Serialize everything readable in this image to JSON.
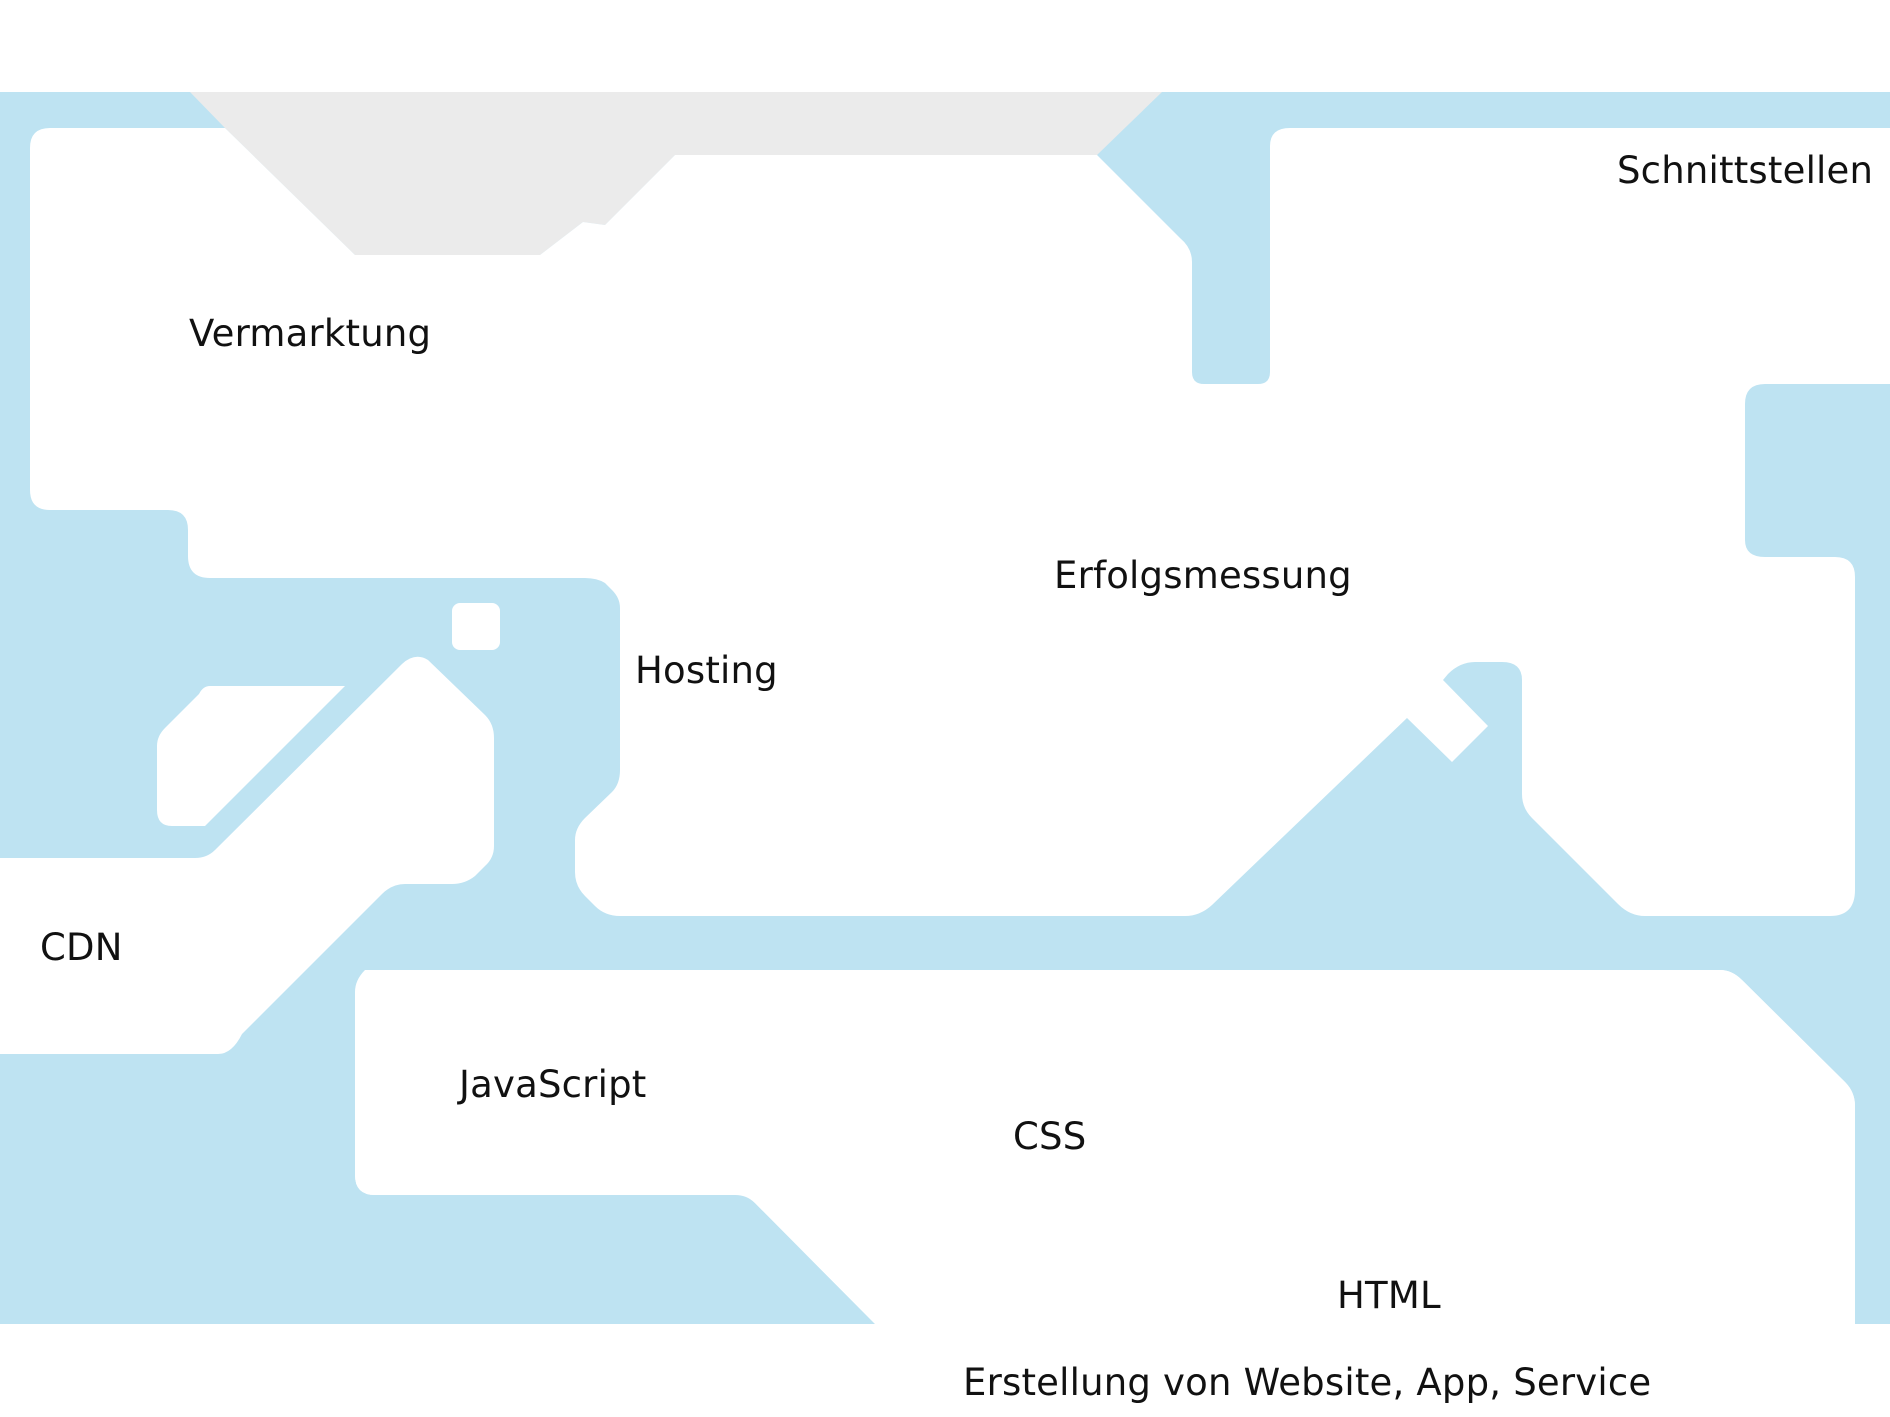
{
  "diagram": {
    "colors": {
      "water": "#bee3f2",
      "land": "#ffffff",
      "top_strip": "#ebebeb",
      "text": "#111111"
    },
    "labels": {
      "schnittstellen": "Schnittstellen",
      "vermarktung": "Vermarktung",
      "erfolgsmessung": "Erfolgsmessung",
      "hosting": "Hosting",
      "cdn": "CDN",
      "javascript": "JavaScript",
      "css": "CSS",
      "html": "HTML",
      "erstellung": "Erstellung von Website, App, Service"
    }
  }
}
